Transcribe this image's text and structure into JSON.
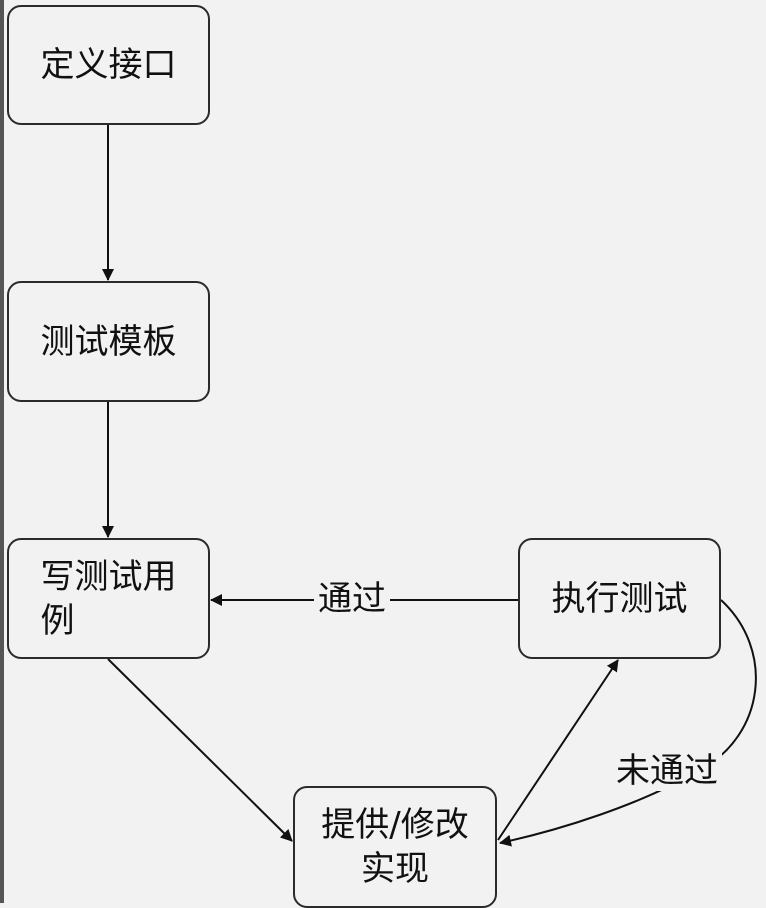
{
  "nodes": {
    "define_interface": "定义接口",
    "test_template": "测试模板",
    "write_test_cases_line1": "写测试用",
    "write_test_cases_line2": "例",
    "run_tests": "执行测试",
    "provide_impl_line1": "提供/修改",
    "provide_impl_line2": "实现"
  },
  "edges": {
    "pass_label": "通过",
    "fail_label": "未通过"
  }
}
